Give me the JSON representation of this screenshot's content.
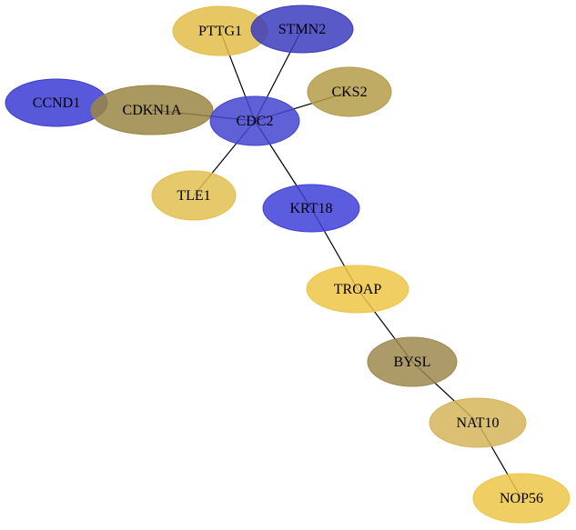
{
  "nodes": {
    "CCND1": {
      "label": "CCND1",
      "color": "#3b3bd4"
    },
    "CDKN1A": {
      "label": "CDKN1A",
      "color": "#9b8645"
    },
    "PTTG1": {
      "label": "PTTG1",
      "color": "#e2bd48"
    },
    "STMN2": {
      "label": "STMN2",
      "color": "#3c3cbd"
    },
    "CKS2": {
      "label": "CKS2",
      "color": "#b59c4a"
    },
    "CDC2": {
      "label": "CDC2",
      "color": "#4545d0"
    },
    "TLE1": {
      "label": "TLE1",
      "color": "#e2bf50"
    },
    "KRT18": {
      "label": "KRT18",
      "color": "#4040d8"
    },
    "TROAP": {
      "label": "TROAP",
      "color": "#eec546"
    },
    "BYSL": {
      "label": "BYSL",
      "color": "#9e8a4f"
    },
    "NAT10": {
      "label": "NAT10",
      "color": "#d5b45a"
    },
    "NOP56": {
      "label": "NOP56",
      "color": "#ecc548"
    }
  },
  "edges": [
    [
      "CDC2",
      "PTTG1"
    ],
    [
      "CDC2",
      "STMN2"
    ],
    [
      "CDC2",
      "CKS2"
    ],
    [
      "CDC2",
      "CDKN1A"
    ],
    [
      "CDC2",
      "TLE1"
    ],
    [
      "CDC2",
      "KRT18"
    ],
    [
      "KRT18",
      "TROAP"
    ],
    [
      "TROAP",
      "BYSL"
    ],
    [
      "BYSL",
      "NAT10"
    ],
    [
      "NAT10",
      "NOP56"
    ]
  ]
}
